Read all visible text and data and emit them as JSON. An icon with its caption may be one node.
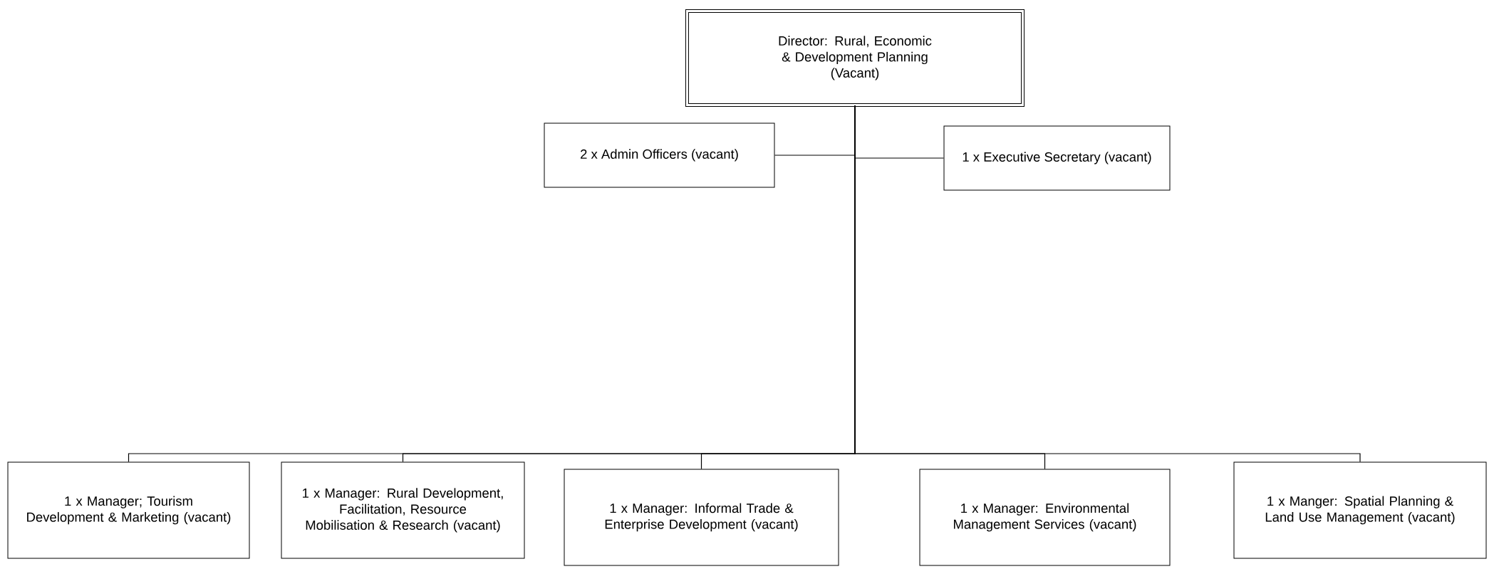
{
  "diagram": {
    "nodes": [
      {
        "text": [
          "Director: Rural, Economic & Development Planning",
          "(Vacant)"
        ]
      },
      {
        "text": [
          "2 x Admin Officers (vacant)"
        ]
      },
      {
        "text": [
          "1 x Executive Secretary (vacant)"
        ]
      },
      {
        "text": [
          "1 x Manager; Tourism Development & Marketing (vacant)"
        ]
      },
      {
        "text": [
          "1 x Manager: Rural Development, Facilitation, Resource Mobilisation & Research (vacant)"
        ]
      },
      {
        "text": [
          "1 x Manager: Informal Trade & Enterprise Development (vacant)"
        ]
      },
      {
        "text": [
          "1 x Manager: Environmental Management Services (vacant)"
        ]
      },
      {
        "text": [
          "1 x Manger: Spatial Planning & Land Use Management (vacant)"
        ]
      }
    ],
    "edges": [
      {
        "from": 0,
        "to": 1,
        "arrow": "none"
      },
      {
        "from": 0,
        "to": 2,
        "arrow": "none"
      },
      {
        "from": 0,
        "to": 3,
        "arrow": "none"
      },
      {
        "from": 0,
        "to": 4,
        "arrow": "none"
      },
      {
        "from": 0,
        "to": 5,
        "arrow": "none"
      },
      {
        "from": 0,
        "to": 6,
        "arrow": "none"
      },
      {
        "from": 0,
        "to": 7,
        "arrow": "none"
      }
    ]
  }
}
